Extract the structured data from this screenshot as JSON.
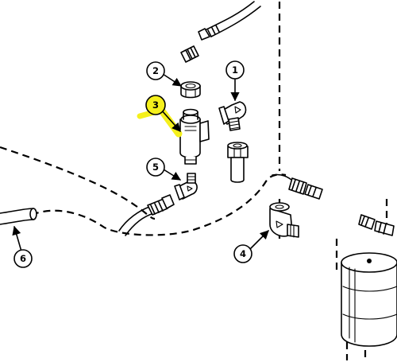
{
  "callouts": [
    {
      "label": "1",
      "highlighted": false
    },
    {
      "label": "2",
      "highlighted": false
    },
    {
      "label": "3",
      "highlighted": true
    },
    {
      "label": "4",
      "highlighted": false
    },
    {
      "label": "5",
      "highlighted": false
    },
    {
      "label": "6",
      "highlighted": false
    }
  ],
  "colors": {
    "line": "#000000",
    "background": "#ffffff",
    "highlight": "#f5f01c"
  }
}
